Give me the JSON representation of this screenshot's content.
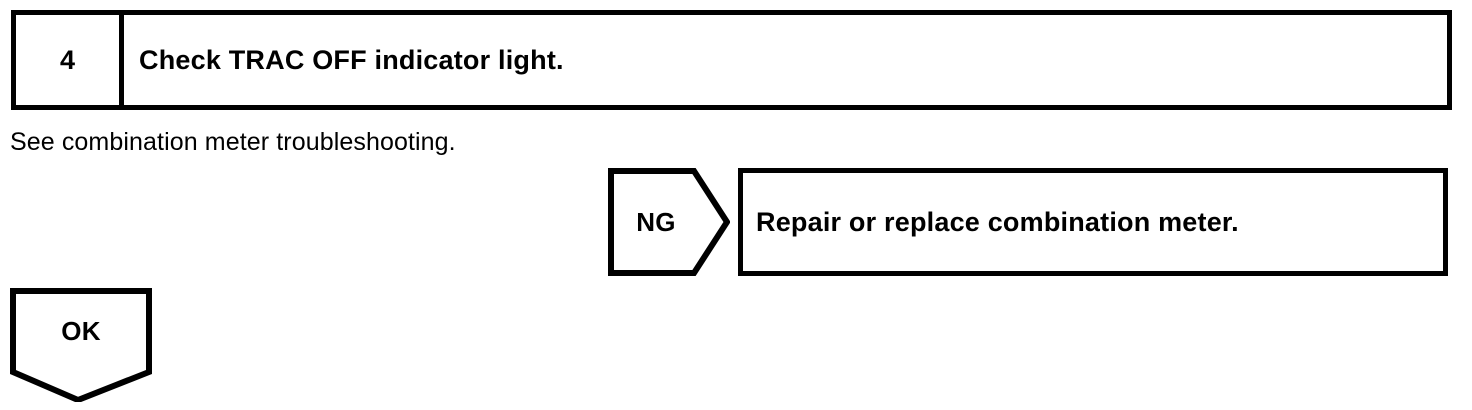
{
  "step": {
    "number": "4",
    "title": "Check TRAC OFF indicator light."
  },
  "note": {
    "text": "See combination meter troubleshooting."
  },
  "branches": {
    "ng": {
      "label": "NG",
      "result": "Repair or replace combination meter."
    },
    "ok": {
      "label": "OK"
    }
  },
  "style": {
    "ink": "#000000",
    "paper": "#ffffff"
  }
}
